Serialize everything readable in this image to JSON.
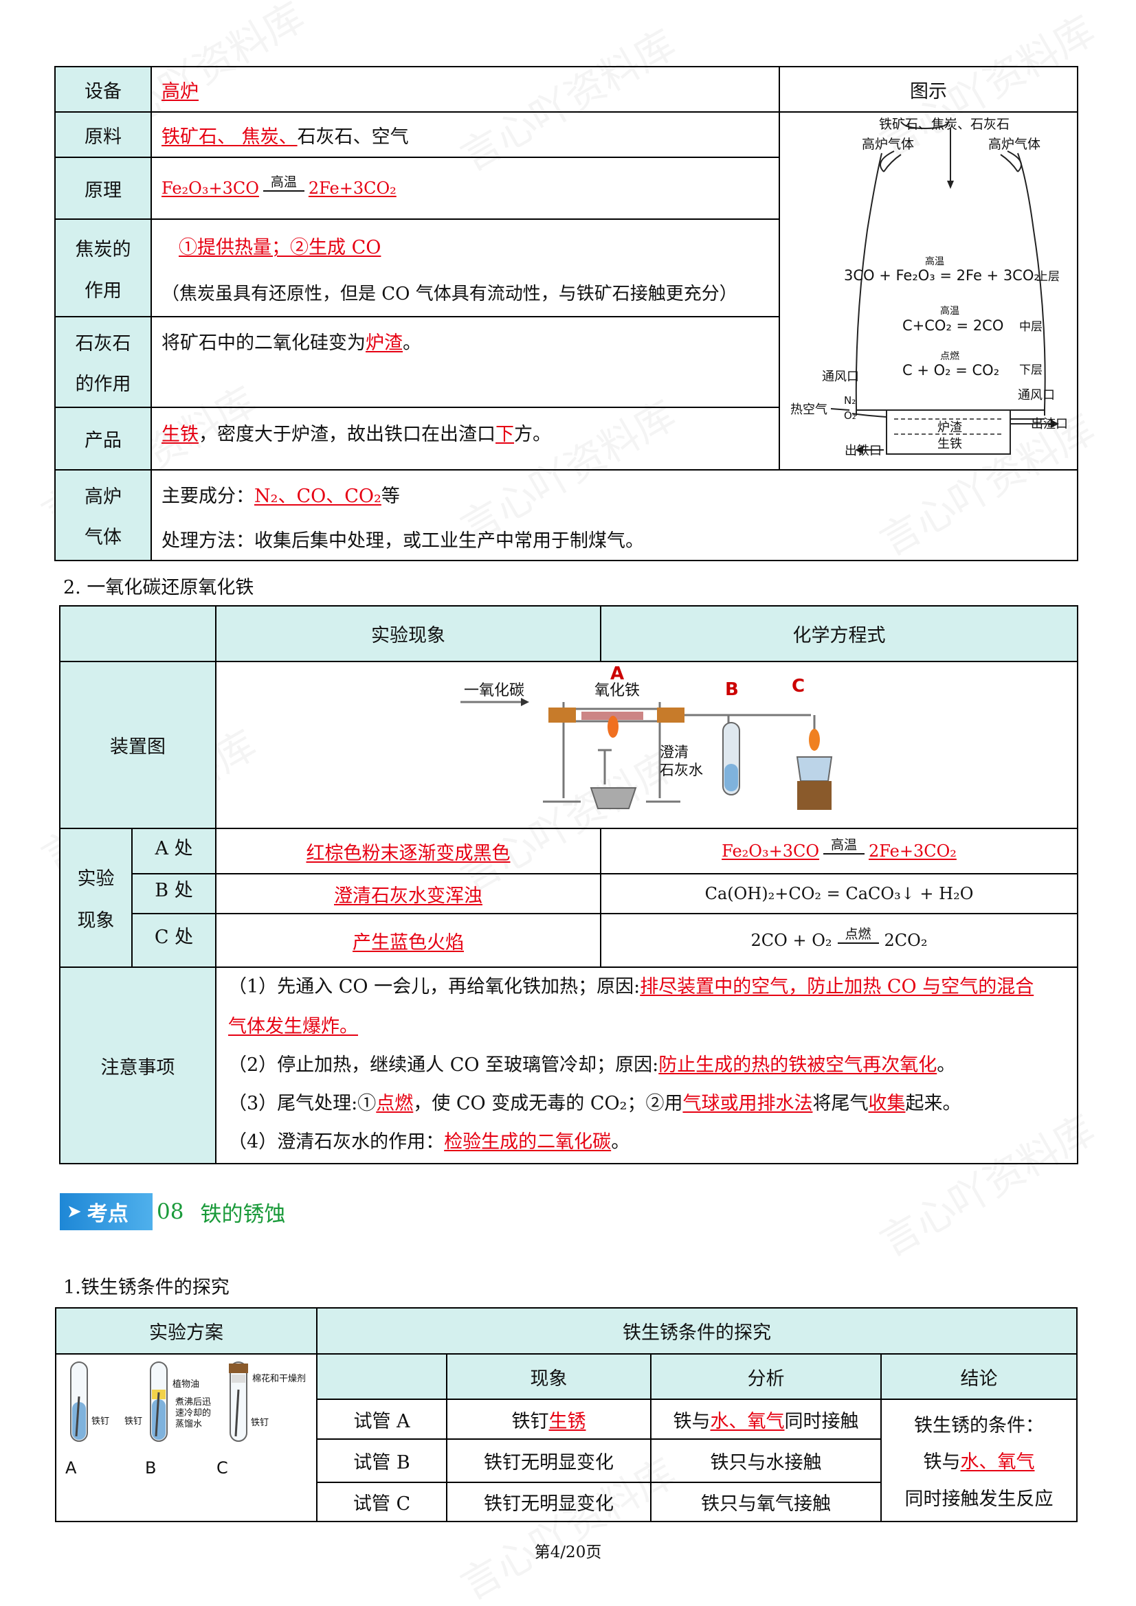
{
  "table1": {
    "r1": {
      "label": "设备",
      "value": "高炉",
      "figure_header": "图示"
    },
    "r2": {
      "label": "原料",
      "value_red": "铁矿石、 焦炭、",
      "value_black": "石灰石、空气"
    },
    "r3": {
      "label": "原理",
      "eq_left": "Fe₂O₃+3CO",
      "cond": "高温",
      "eq_right": "2Fe+3CO₂"
    },
    "r4": {
      "label1": "焦炭的",
      "label2": "作用",
      "line1": "①提供热量；②生成 CO",
      "line2": "（焦炭虽具有还原性，但是 CO 气体具有流动性，与铁矿石接触更充分）"
    },
    "r5": {
      "label1": "石灰石",
      "label2": "的作用",
      "text_a": "将矿石中的二氧化硅变为",
      "text_red": "炉渣",
      "text_b": "。"
    },
    "r6": {
      "label": "产品",
      "red1": "生铁",
      "text1": "，密度大于炉渣，故出铁口在出渣口",
      "red2": "下",
      "text2": "方。"
    },
    "r7": {
      "label1": "高炉",
      "label2": "气体",
      "line1_a": "主要成分：",
      "line1_red": "N₂、CO、CO₂",
      "line1_b": "等",
      "line2": "处理方法：收集后集中处理，或工业生产中常用于制煤气。"
    }
  },
  "furnace": {
    "top_label": "铁矿石、焦炭、石灰石",
    "gas_left": "高炉气体",
    "gas_right": "高炉气体",
    "eq1_cond": "高温",
    "eq1": "3CO + Fe₂O₃ = 2Fe + 3CO₂",
    "layer1": "上层",
    "eq2_cond": "高温",
    "eq2": "C+CO₂ = 2CO",
    "layer2": "中层",
    "eq3_cond": "点燃",
    "eq3": "C + O₂ = CO₂",
    "layer3": "下层",
    "vent_left": "通风口",
    "vent_right": "通风口",
    "n2": "N₂",
    "o2": "O₂",
    "hot_air": "热空气",
    "slag_port": "出渣口",
    "slag": "炉渣",
    "pig_iron": "生铁",
    "iron_port": "出铁口"
  },
  "section2": {
    "title": "2. 一氧化碳还原氧化铁"
  },
  "table2": {
    "header_obs": "实验现象",
    "header_eq": "化学方程式",
    "device_label": "装置图",
    "diagram": {
      "co_label": "一氧化碳",
      "a": "A",
      "b": "B",
      "c": "C",
      "fe2o3": "氧化铁",
      "limewater1": "澄清",
      "limewater2": "石灰水"
    },
    "phen_label1": "实验",
    "phen_label2": "现象",
    "rowA": {
      "pos": "A 处",
      "obs": "红棕色粉末逐渐变成黑色",
      "eq_left": "Fe₂O₃+3CO",
      "cond": "高温",
      "eq_right": "2Fe+3CO₂"
    },
    "rowB": {
      "pos": "B 处",
      "obs": "澄清石灰水变浑浊",
      "eq": "Ca(OH)₂+CO₂ = CaCO₃↓ + H₂O"
    },
    "rowC": {
      "pos": "C 处",
      "obs": "产生蓝色火焰",
      "eq_left": "2CO + O₂",
      "cond": "点燃",
      "eq_right": "2CO₂"
    },
    "notes_label": "注意事项",
    "n1_a": "（1）先通入 CO 一会儿，再给氧化铁加热；原因:",
    "n1_red1": "排尽装置中的空气，防止加热 CO 与空气的混合",
    "n1_red2": "气体发生爆炸。",
    "n2_a": "（2）停止加热，继续通人 CO 至玻璃管冷却；原因:",
    "n2_red": "防止生成的热的铁被空气再次氧化",
    "n2_b": "。",
    "n3_a": "（3）尾气处理:①",
    "n3_red1": "点燃",
    "n3_b": "，使 CO 变成无毒的 CO₂；②用",
    "n3_red2": "气球或用排水法",
    "n3_c": "将尾气",
    "n3_red3": "收集",
    "n3_d": "起来。",
    "n4_a": "（4）澄清石灰水的作用：",
    "n4_red": "检验生成的二氧化碳",
    "n4_b": "。"
  },
  "kaodian": {
    "badge": "考点",
    "num": "08",
    "title": "铁的锈蚀"
  },
  "section3": {
    "title": "1.铁生锈条件的探究"
  },
  "table3": {
    "h_plan": "实验方案",
    "h_explore": "铁生锈条件的探究",
    "h_phen": "现象",
    "h_ana": "分析",
    "h_concl": "结论",
    "rows": [
      {
        "tube": "试管 A",
        "phen_a": "铁钉",
        "phen_red": "生锈",
        "ana_a": "铁与",
        "ana_red": "水、氧气",
        "ana_b": "同时接触"
      },
      {
        "tube": "试管 B",
        "phen_a": "铁钉无明显变化",
        "phen_red": "",
        "ana_a": "铁只与水接触",
        "ana_red": "",
        "ana_b": ""
      },
      {
        "tube": "试管 C",
        "phen_a": "铁钉无明显变化",
        "phen_red": "",
        "ana_a": "铁只与氧气接触",
        "ana_red": "",
        "ana_b": ""
      }
    ],
    "concl1": "铁生锈的条件：",
    "concl2_a": "铁与",
    "concl2_red": "水、氧气",
    "concl3": "同时接触发生反应",
    "tubes": {
      "oil": "植物油",
      "cotton": "棉花和干燥剂",
      "water1": "煮沸后迅",
      "water2": "速冷却的",
      "water3": "蒸馏水",
      "nail": "铁钉",
      "A": "A",
      "B": "B",
      "C": "C"
    }
  },
  "footer": {
    "page": "第4/20页"
  },
  "watermark": "言心吖资料库"
}
